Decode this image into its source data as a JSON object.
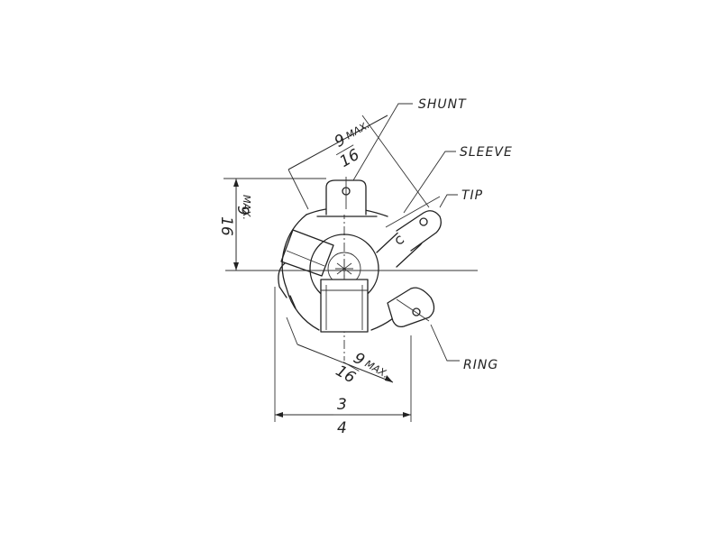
{
  "labels": {
    "shunt": "SHUNT",
    "sleeve": "SLEEVE",
    "tip": "TIP",
    "ring": "RING"
  },
  "dimensions": {
    "top_num": "9",
    "top_max": "MAX.",
    "top_den": "16",
    "left_num": "9",
    "left_max": "MAX.",
    "left_den": "16",
    "bottom_num": "9",
    "bottom_max": "MAX.",
    "bottom_den": "16",
    "width_num": "3",
    "width_den": "4"
  }
}
